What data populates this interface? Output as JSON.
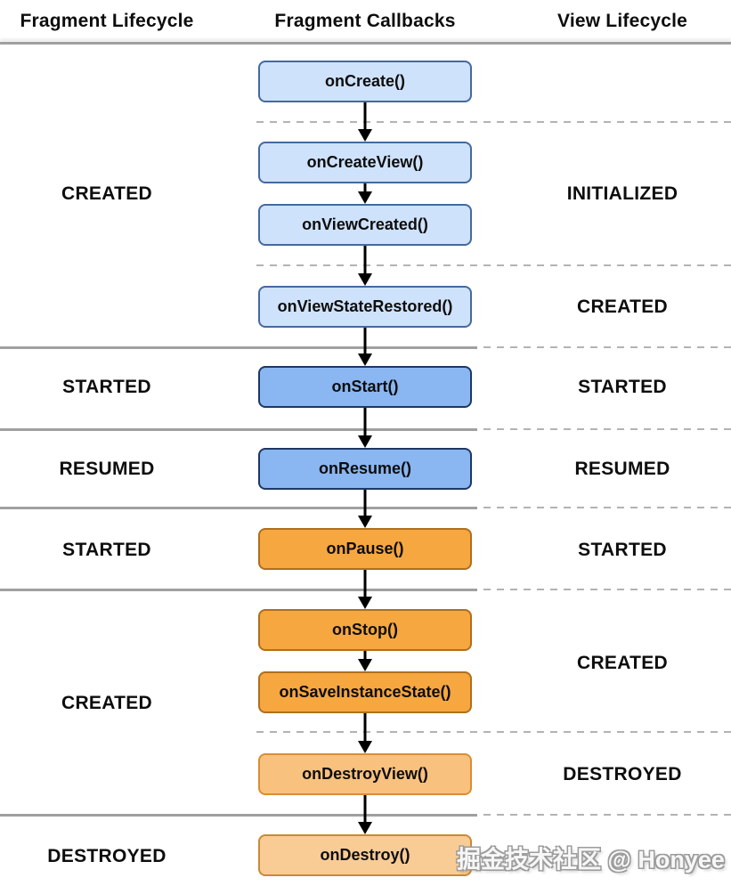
{
  "header": {
    "columns": [
      "Fragment Lifecycle",
      "Fragment Callbacks",
      "View Lifecycle"
    ]
  },
  "fragment_lifecycle": {
    "states": [
      "CREATED",
      "STARTED",
      "RESUMED",
      "STARTED",
      "CREATED",
      "DESTROYED"
    ]
  },
  "view_lifecycle": {
    "states": [
      "INITIALIZED",
      "CREATED",
      "STARTED",
      "RESUMED",
      "STARTED",
      "CREATED",
      "DESTROYED"
    ]
  },
  "callbacks": [
    {
      "label": "onCreate()",
      "variant": "light-blue"
    },
    {
      "label": "onCreateView()",
      "variant": "light-blue"
    },
    {
      "label": "onViewCreated()",
      "variant": "light-blue"
    },
    {
      "label": "onViewStateRestored()",
      "variant": "light-blue"
    },
    {
      "label": "onStart()",
      "variant": "blue"
    },
    {
      "label": "onResume()",
      "variant": "blue"
    },
    {
      "label": "onPause()",
      "variant": "orange"
    },
    {
      "label": "onStop()",
      "variant": "orange"
    },
    {
      "label": "onSaveInstanceState()",
      "variant": "orange"
    },
    {
      "label": "onDestroyView()",
      "variant": "orange-light"
    },
    {
      "label": "onDestroy()",
      "variant": "orange-lighter"
    }
  ],
  "watermark": {
    "text": "掘金技术社区 @ Honyee"
  },
  "colors": {
    "text": "#0d0d0d",
    "light_blue_fill": "#CFE2FB",
    "light_blue_border": "#44699F",
    "blue_fill": "#8AB6F1",
    "blue_border": "#1D3864",
    "orange_fill": "#F6A740",
    "orange_border": "#B06E1C",
    "orange_light_fill": "#F9C17E",
    "orange_light_border": "#D98E34",
    "orange_lighter_fill": "#F9CC96",
    "orange_lighter_border": "#C98A36",
    "line_solid": "#A0A0A0",
    "line_dashed": "#B3B3B3",
    "arrow": "#000000",
    "watermark_gray": "#9C9C9C"
  }
}
